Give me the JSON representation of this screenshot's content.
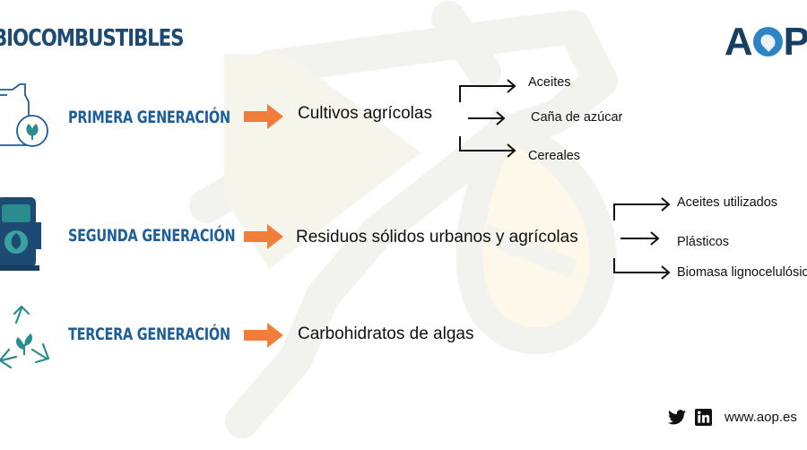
{
  "title": "BIOCOMBUSTIBLES",
  "logo": {
    "text_a": "A",
    "text_p": "P"
  },
  "generations": [
    {
      "label": "PRIMERA GENERACIÓN",
      "source": "Cultivos agrícolas",
      "items": [
        "Aceites",
        "Caña de azúcar",
        "Cereales"
      ]
    },
    {
      "label": "SEGUNDA GENERACIÓN",
      "source": "Residuos sólidos urbanos y agrícolas",
      "items": [
        "Aceites utilizados",
        "Plásticos",
        "Biomasa lignocelulósica"
      ]
    },
    {
      "label": "TERCERA GENERACIÓN",
      "source": "Carbohidratos de algas",
      "items": []
    }
  ],
  "footer": {
    "website": "www.aop.es"
  },
  "colors": {
    "navy": "#1c4a72",
    "blue": "#1c5e9a",
    "arrow": "#f07e3a",
    "teal": "#2a8c8c"
  }
}
